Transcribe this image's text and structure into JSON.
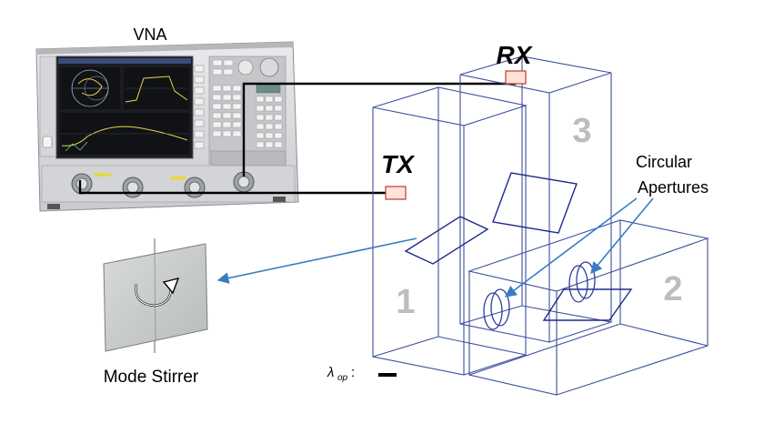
{
  "labels": {
    "vna": "VNA",
    "rx": "RX",
    "tx": "TX",
    "circular_apertures_line1": "Circular",
    "circular_apertures_line2": "Apertures",
    "mode_stirrer": "Mode Stirrer",
    "cavity_1": "1",
    "cavity_2": "2",
    "cavity_3": "3",
    "wavelength_symbol": "λ",
    "wavelength_subscript": "op",
    "wavelength_colon": ":"
  },
  "colors": {
    "box_edges": "#3c4fa0",
    "stirrer_plate": "#1e2a8a",
    "arrow": "#3a7cc3",
    "antenna_fill": "#fde3d8",
    "antenna_stroke": "#c0392b",
    "cavity_number": "#bdbdbd",
    "cable": "#000000"
  }
}
